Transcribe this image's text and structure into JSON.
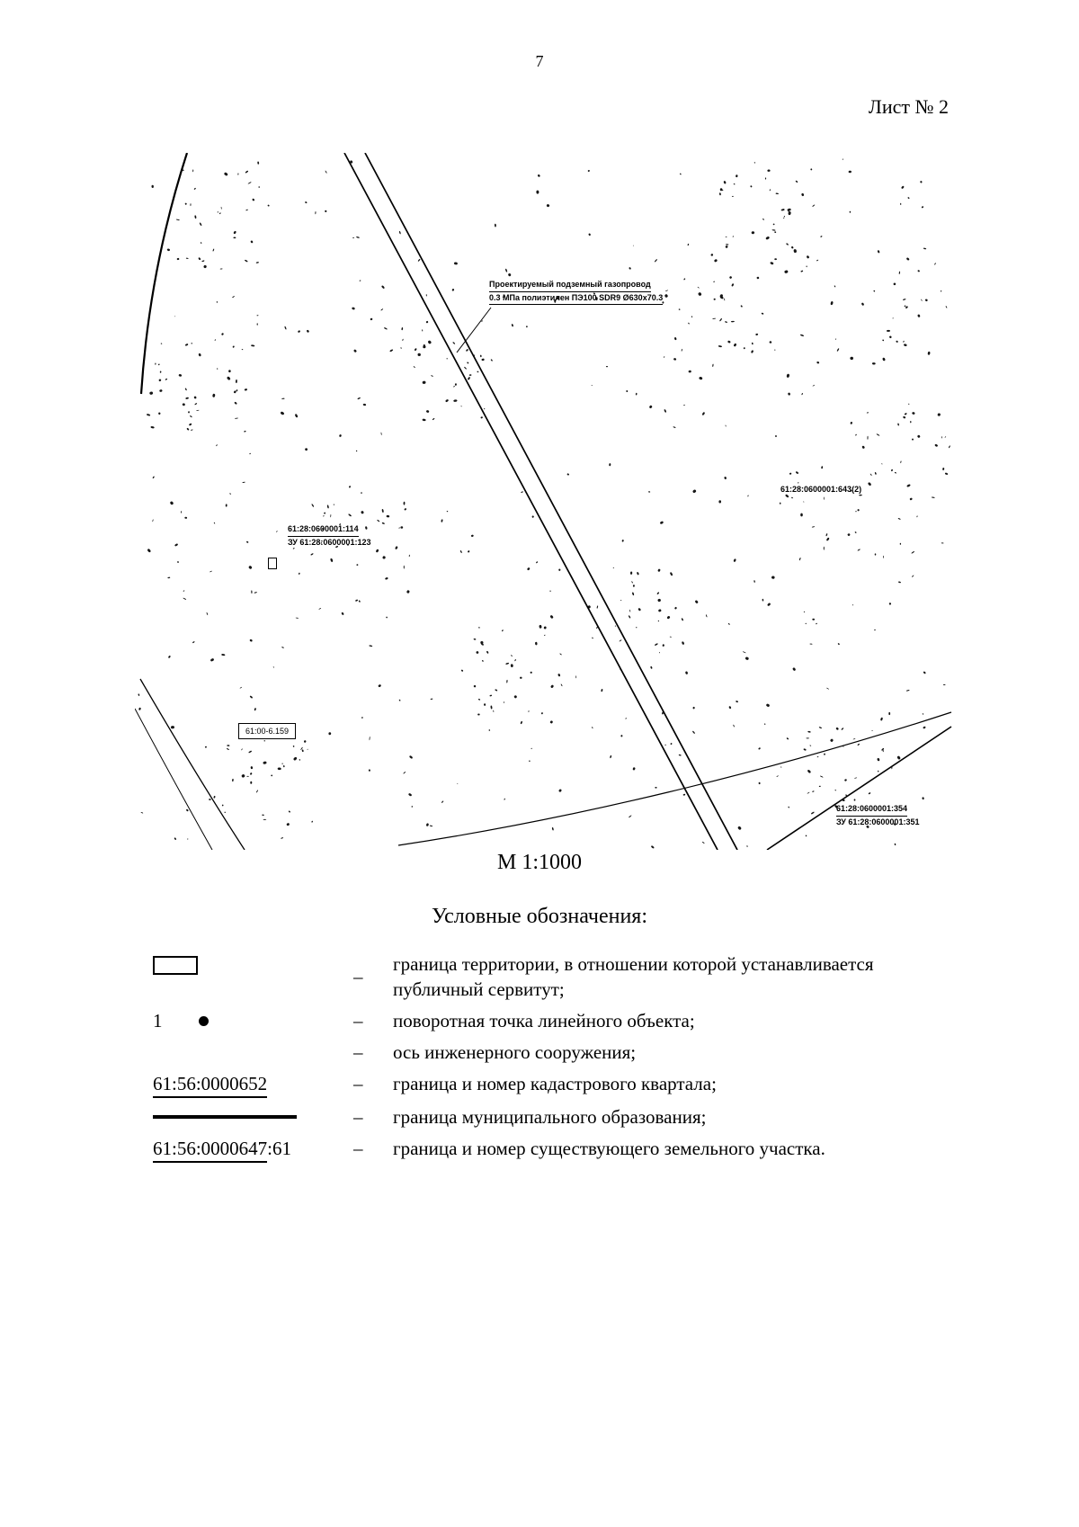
{
  "page": {
    "number": "7",
    "sheet_label": "Лист № 2",
    "scale_label": "М 1:1000",
    "legend_title": "Условные обозначения:"
  },
  "map": {
    "labels": {
      "pipeline_line1": "Проектируемый подземный газопровод",
      "pipeline_line2": "0.3 МПа полиэтилен ПЭ100 SDR9 Ø630x70.3",
      "parcel_643": "61:28:0600001:643(2)",
      "parcel_114": "61:28:0600001:114",
      "parcel_123": "ЗУ 61:28:0600001:123",
      "boundary_ref": "61:00-6.159",
      "parcel_354": "61:28:0600001:354",
      "parcel_351": "ЗУ 61:28:0600001:351"
    }
  },
  "legend": {
    "dash": "–",
    "items": [
      {
        "label": "граница территории, в отношении которой устанавливается публичный сервитут;"
      },
      {
        "symbol_number": "1",
        "label": "поворотная точка линейного объекта;"
      },
      {
        "label": "ось инженерного сооружения;"
      },
      {
        "symbol_text": "61:56:0000652",
        "label": "граница и номер кадастрового квартала;"
      },
      {
        "label": "граница муниципального образования;"
      },
      {
        "symbol_text": "61:56:0000647",
        "symbol_suffix": ":61",
        "label": "граница и номер существующего земельного участка."
      }
    ]
  }
}
